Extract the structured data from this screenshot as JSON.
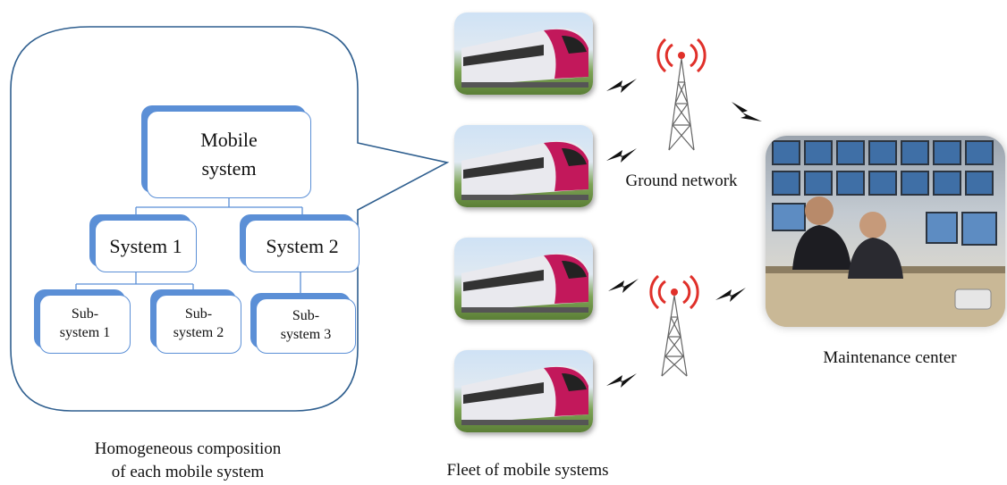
{
  "hierarchy": {
    "root": {
      "line1": "Mobile",
      "line2": "system"
    },
    "system1": "System 1",
    "system2": "System 2",
    "sub1": {
      "line1": "Sub-",
      "line2": "system 1"
    },
    "sub2": {
      "line1": "Sub-",
      "line2": "system 2"
    },
    "sub3": {
      "line1": "Sub-",
      "line2": "system 3"
    }
  },
  "captions": {
    "composition_line1": "Homogeneous composition",
    "composition_line2": "of each mobile system",
    "fleet": "Fleet of mobile systems",
    "ground_network": "Ground network",
    "maintenance_center": "Maintenance center"
  },
  "colors": {
    "box_border": "#5b8fd6",
    "bubble_outline": "#2f5f8f",
    "antenna_red": "#e0302a"
  },
  "icons": [
    "train-image",
    "antenna-icon",
    "lightning-icon",
    "maintenance-center-image"
  ]
}
